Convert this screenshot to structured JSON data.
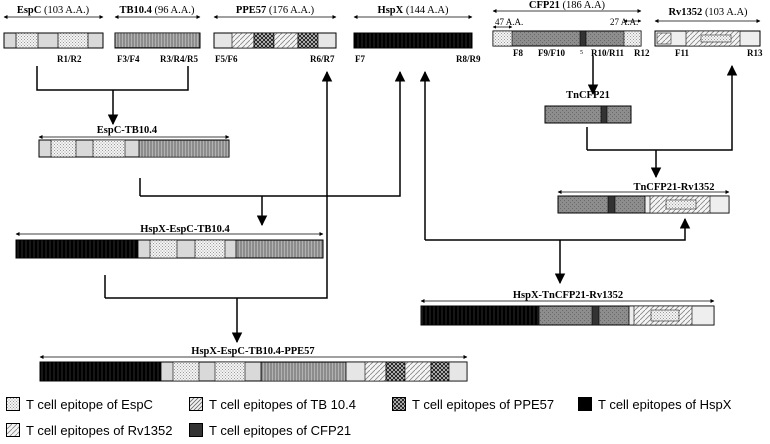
{
  "proteins": {
    "espc": {
      "name": "EspC",
      "size": " (103 A.A.)"
    },
    "tb10": {
      "name": "TB10.4",
      "size": " (96 A.A.)"
    },
    "ppe57": {
      "name": "PPE57",
      "size": " (176 A.A.)"
    },
    "hspx": {
      "name": "HspX",
      "size": " (144 A.A)"
    },
    "cfp21": {
      "name": "CFP21",
      "size": " (186 A.A)"
    },
    "rv1352": {
      "name": "Rv1352",
      "size": " (103 A.A)"
    }
  },
  "primers": {
    "r1r2": "R1/R2",
    "f3f4": "F3/F4",
    "r3r4r5": "R3/R4/R5",
    "f5f6": "F5/F6",
    "r6r7": "R6/R7",
    "f7": "F7",
    "r8r9": "R8/R9",
    "f8": "F8",
    "f9f10": "F9/F10",
    "r10r11": "R10/R11",
    "r12": "R12",
    "f11": "F11",
    "r13": "R13"
  },
  "cfp21_segments": {
    "left": "47 A.A.",
    "right": "27 A.A."
  },
  "cfp21_mark": "5",
  "constructs": {
    "espc_tb10": "EspC-TB10.4",
    "tncfp21": "TnCFP21",
    "tncfp21_rv1352": "TnCFP21-Rv1352",
    "hspx_espc_tb10": "HspX-EspC-TB10.4",
    "hspx_tncfp21_rv1352": "HspX-TnCFP21-Rv1352",
    "hspx_espc_tb10_ppe57": "HspX-EspC-TB10.4-PPE57"
  },
  "legend": [
    {
      "id": "espc",
      "label": "T cell epitope of EspC"
    },
    {
      "id": "tb10",
      "label": "T cell epitopes of TB 10.4"
    },
    {
      "id": "ppe57",
      "label": "T cell epitopes of PPE57"
    },
    {
      "id": "hspx",
      "label": "T cell epitopes of HspX"
    },
    {
      "id": "rv1352",
      "label": "T cell epitopes of Rv1352"
    },
    {
      "id": "cfp21",
      "label": "T cell epitopes of CFP21"
    }
  ]
}
